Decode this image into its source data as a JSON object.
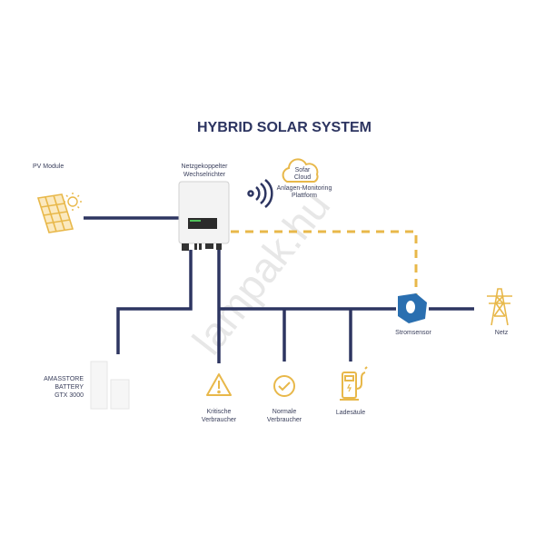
{
  "title": "HYBRID SOLAR SYSTEM",
  "watermark": "lampak.hu",
  "colors": {
    "line": "#2d3561",
    "accent": "#e8b84a",
    "sensor": "#2a6fb0"
  },
  "nodes": {
    "pv": {
      "label": "PV Module"
    },
    "inverter": {
      "label_line1": "Netzgekoppelter",
      "label_line2": "Wechselrichter"
    },
    "cloud": {
      "line1": "Sofar",
      "line2": "Cloud",
      "caption1": "Anlagen-Monitoring",
      "caption2": "Plattform"
    },
    "battery": {
      "line1": "AMASSTORE",
      "line2": "BATTERY",
      "line3": "GTX 3000"
    },
    "critical": {
      "line1": "Kritische",
      "line2": "Verbraucher"
    },
    "normal": {
      "line1": "Normale",
      "line2": "Verbraucher"
    },
    "charger": {
      "label": "Ladesäule"
    },
    "sensor": {
      "label": "Stromsensor"
    },
    "grid": {
      "label": "Netz"
    }
  }
}
